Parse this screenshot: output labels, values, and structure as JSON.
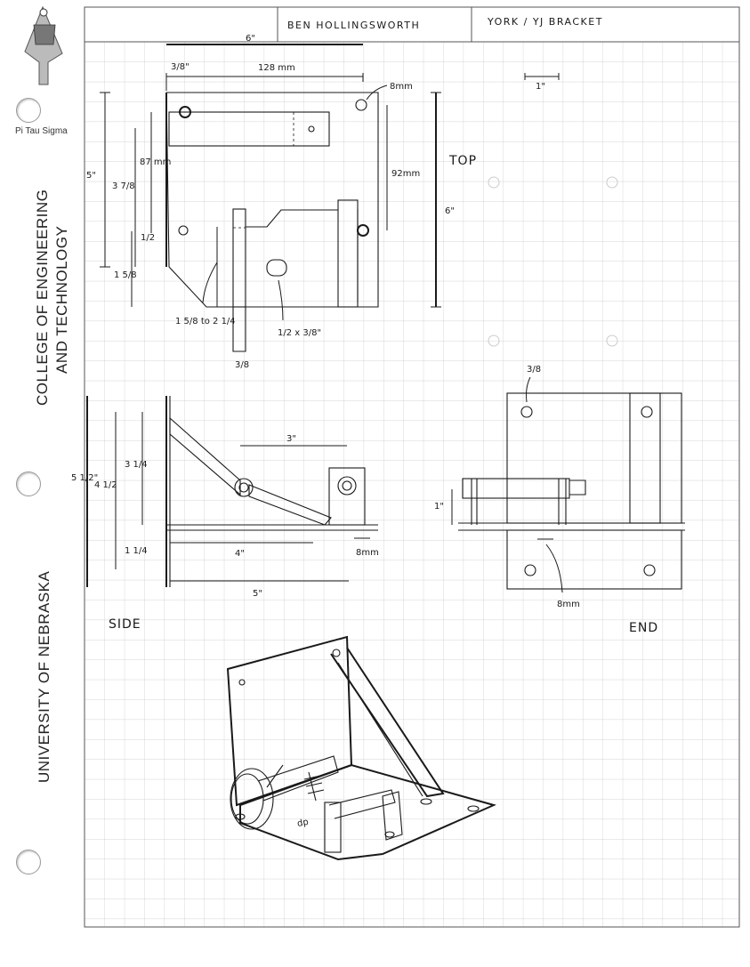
{
  "sidebar": {
    "society": "Pi Tau Sigma",
    "college_line1": "COLLEGE OF ENGINEERING",
    "college_line2": "AND TECHNOLOGY",
    "university": "UNIVERSITY OF NEBRASKA"
  },
  "title_block": {
    "width_label": "6\"",
    "author": "BEN HOLLINGSWORTH",
    "title": "YORK / YJ  BRACKET"
  },
  "scale": {
    "label": "1\""
  },
  "top_view": {
    "view_label": "TOP",
    "dims": {
      "overall_width": "6\"",
      "left_offset": "3/8\"",
      "hole_spacing_h": "128 mm",
      "hole_size": "8mm",
      "height_overall": "5\"",
      "height_inner": "3 7/8",
      "hole_spacing_v": "87 mm",
      "half": "1/2",
      "lower": "1 5/8",
      "right_spacing": "92mm",
      "right_height": "6\"",
      "bolt_range": "1 5/8 to 2 1/4",
      "slot": "1/2 x 3/8\"",
      "bolt_dia": "3/8"
    }
  },
  "side_view": {
    "view_label": "SIDE",
    "dims": {
      "overall_height": "5 1/2\"",
      "height_2": "4 1/2",
      "height_3": "3 1/4",
      "lower": "1 1/4",
      "top_span": "3\"",
      "base_4": "4\"",
      "base_5": "5\"",
      "hole": "8mm"
    }
  },
  "end_view": {
    "view_label": "END",
    "dims": {
      "hole": "3/8",
      "height": "1\"",
      "bottom_hole": "8mm"
    }
  },
  "iso_view": {
    "stamp": "dp"
  }
}
